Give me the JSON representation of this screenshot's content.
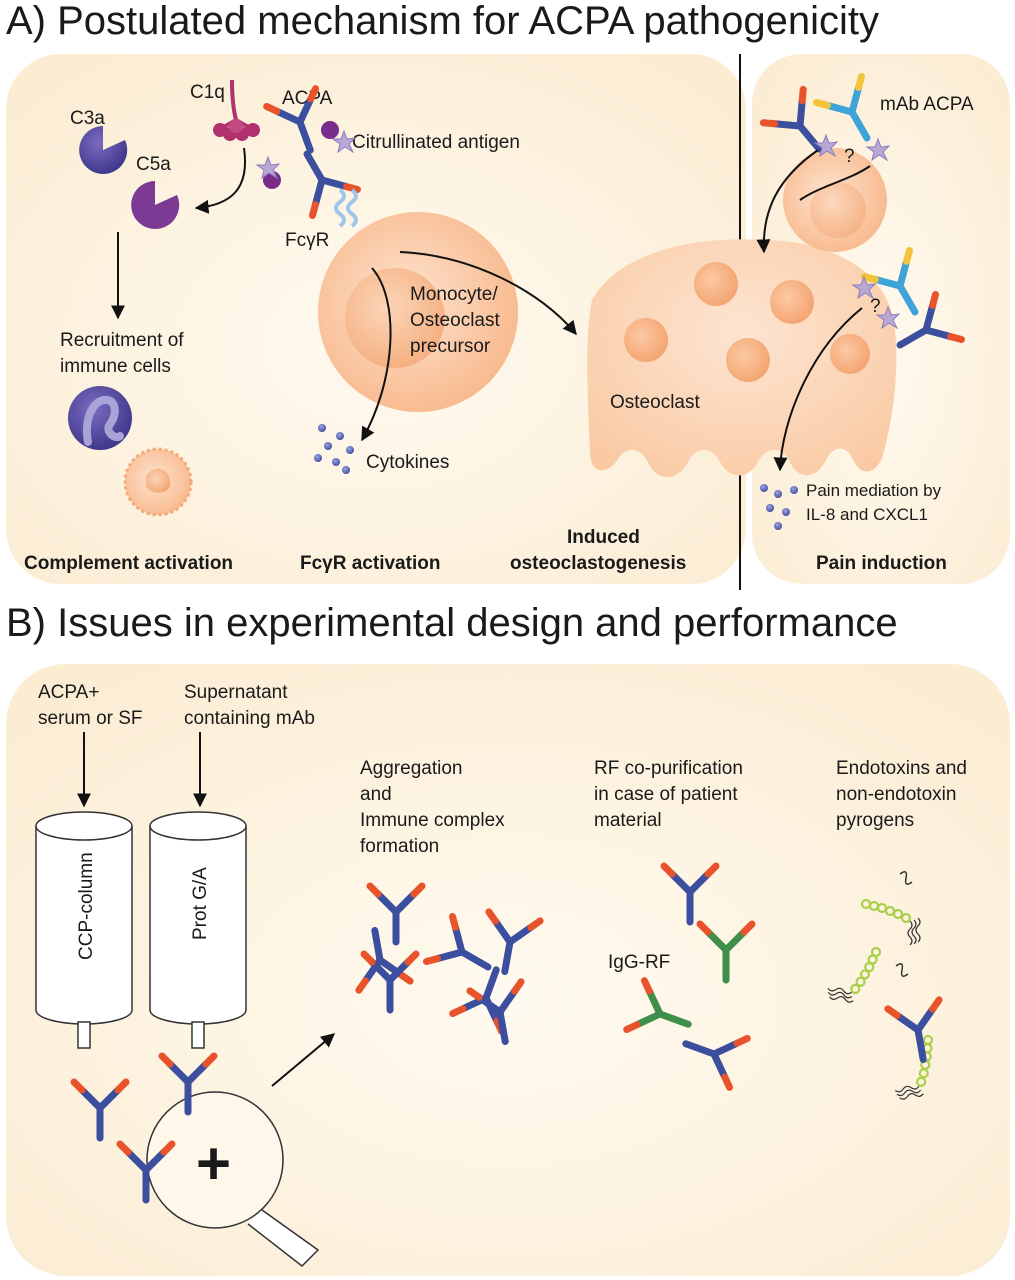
{
  "panel_a": {
    "title": "A) Postulated mechanism for ACPA pathogenicity",
    "labels": {
      "c1q": "C1q",
      "acpa": "ACPA",
      "citrullinated_antigen": "Citrullinated antigen",
      "c3a": "C3a",
      "c5a": "C5a",
      "fcgr": "FcγR",
      "recruitment_line1": "Recruitment of",
      "recruitment_line2": "immune cells",
      "monocyte_line1": "Monocyte/",
      "monocyte_line2": "Osteoclast",
      "monocyte_line3": "precursor",
      "cytokines": "Cytokines",
      "osteoclast": "Osteoclast",
      "mab_acpa": "mAb ACPA",
      "question1": "?",
      "question2": "?",
      "pain_line1": "Pain mediation by",
      "pain_line2": "IL-8 and CXCL1"
    },
    "sections": {
      "complement": "Complement activation",
      "fcgr_activation": "FcγR activation",
      "induced_line1": "Induced",
      "induced_line2": "osteoclastogenesis",
      "pain_induction": "Pain induction"
    }
  },
  "panel_b": {
    "title": "B) Issues in experimental design and performance",
    "labels": {
      "acpa_serum_line1": "ACPA+",
      "acpa_serum_line2": "serum or SF",
      "supernatant_line1": "Supernatant",
      "supernatant_line2": "containing mAb",
      "ccp_column": "CCP-column",
      "prot_ga": "Prot G/A",
      "plus": "+",
      "aggregation_line1": "Aggregation",
      "aggregation_line2": "and",
      "aggregation_line3": "Immune complex",
      "aggregation_line4": "formation",
      "rf_line1": "RF co-purification",
      "rf_line2": "in case of patient",
      "rf_line3": "material",
      "igg_rf": "IgG-RF",
      "endo_line1": "Endotoxins and",
      "endo_line2": "non-endotoxin",
      "endo_line3": "pyrogens"
    }
  },
  "colors": {
    "panel_bg": "#fbeed6",
    "cell": "#f9b98a",
    "antibody_blue": "#3c4f9e",
    "antibody_tip": "#e8532b",
    "mab_light_blue": "#3ea3d8",
    "rf_green": "#3f8f4a",
    "complement_purple": "#5c2d7e",
    "c1q_magenta": "#b2306e",
    "lps_green": "#a9d04a"
  }
}
